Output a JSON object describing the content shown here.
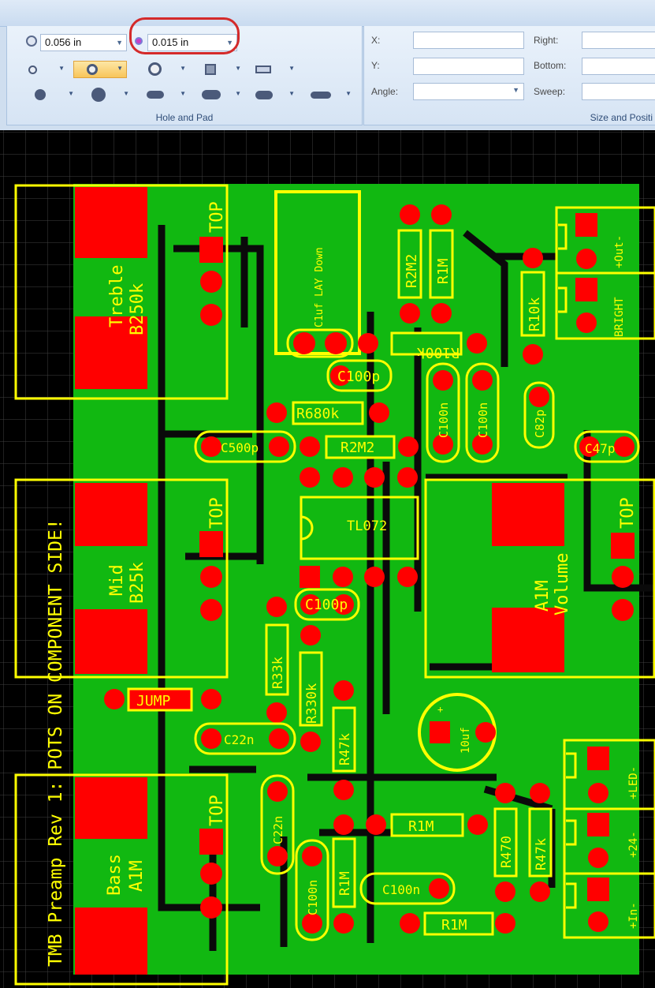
{
  "ribbon": {
    "hole_and_pad": {
      "pad_diameter": "0.056 in",
      "hole_diameter": "0.015 in",
      "label": "Hole and Pad"
    },
    "size_and_position": {
      "label": "Size and Positi",
      "x_label": "X:",
      "y_label": "Y:",
      "angle_label": "Angle:",
      "right_label": "Right:",
      "bottom_label": "Bottom:",
      "sweep_label": "Sweep:"
    }
  },
  "pcb": {
    "title_text": "TMB Preamp Rev 1: POTS ON COMPONENT SIDE!",
    "pots": {
      "treble": {
        "name": "Treble",
        "value": "B250k",
        "top": "TOP"
      },
      "mid": {
        "name": "Mid",
        "value": "B25k",
        "top": "TOP"
      },
      "bass": {
        "name": "Bass",
        "value": "A1M",
        "top": "TOP"
      },
      "volume": {
        "name": "Volume",
        "value": "A1M",
        "top": "TOP"
      }
    },
    "components": {
      "c1uf": "C1uf LAY Down",
      "r2m2_top": "R2M2",
      "r1m_top": "R1M",
      "r100k": "R100k",
      "r10k": "R10k",
      "c100p_1": "C100p",
      "c100n_1": "C100n",
      "c100n_2": "C100n",
      "c82p": "C82p",
      "r680k": "R680k",
      "c500p": "C500p",
      "r2m2_mid": "R2M2",
      "c47p": "C47p",
      "tl072": "TL072",
      "c100p_2": "C100p",
      "r33k": "R33k",
      "r330k": "R330k",
      "jump": "JUMP",
      "r47k_1": "R47k",
      "c22n_1": "C22n",
      "cap_10uf": "10uf",
      "c22n_2": "C22n",
      "r1m_mid": "R1M",
      "r470": "R470",
      "r47k_2": "R47k",
      "c100n_3": "C100n",
      "r1m_low": "R1M",
      "c100n_4": "C100n",
      "r1m_bottom": "R1M"
    },
    "connectors": {
      "out": "+Out-",
      "bright": "BRIGHT",
      "led": "+LED-",
      "power": "+24-",
      "in": "+In-"
    }
  },
  "colors": {
    "board_green": "#11b811",
    "pad_red": "#ff0000",
    "silkscreen": "#ffff00",
    "highlight": "#d42a2a"
  }
}
